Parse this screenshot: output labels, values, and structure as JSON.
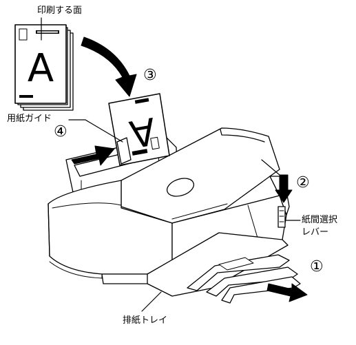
{
  "labels": {
    "print_side": "印刷する面",
    "paper_guide": "用紙ガイド",
    "gap_lever_line1": "紙間選択",
    "gap_lever_line2": "レバー",
    "output_tray": "排紙トレイ"
  },
  "sheet_letter": "A",
  "steps": [
    "①",
    "②",
    "③",
    "④"
  ]
}
